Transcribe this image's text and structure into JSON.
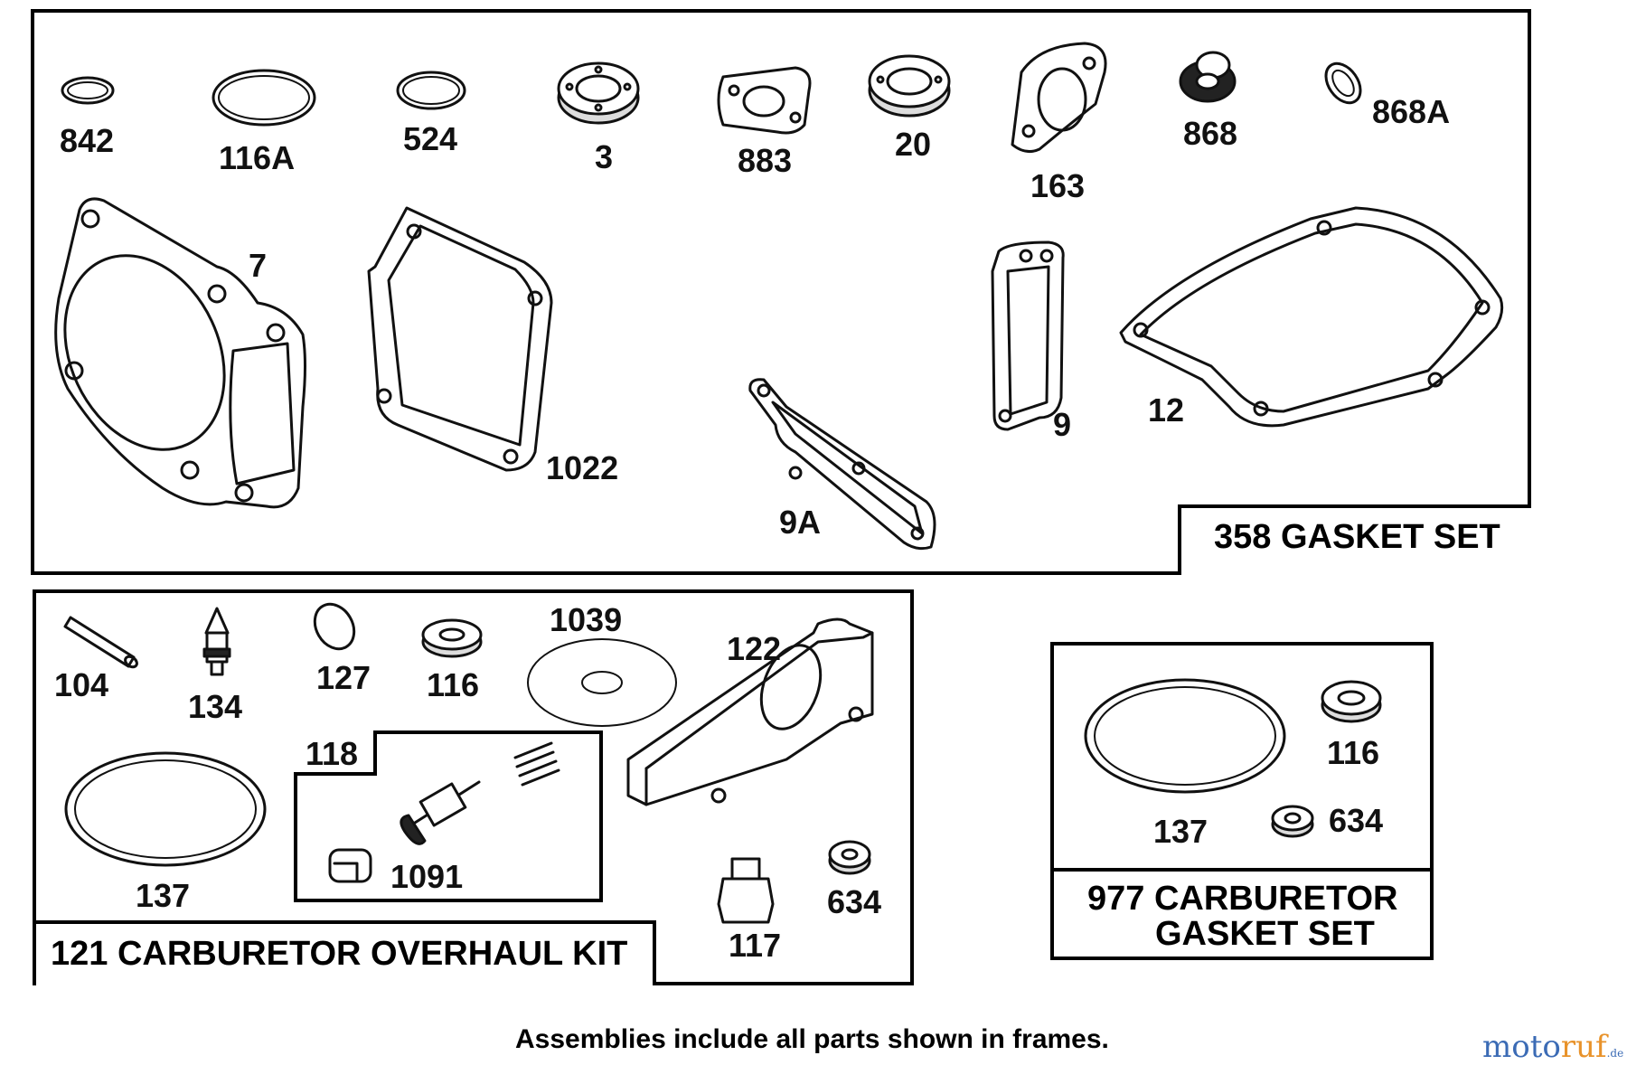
{
  "gasket_set": {
    "title": "358 GASKET SET",
    "parts": {
      "p842": "842",
      "p116A": "116A",
      "p524": "524",
      "p3": "3",
      "p883": "883",
      "p20": "20",
      "p163": "163",
      "p868": "868",
      "p868A": "868A",
      "p7": "7",
      "p1022": "1022",
      "p9A": "9A",
      "p9": "9",
      "p12": "12"
    }
  },
  "overhaul_kit": {
    "title": "121 CARBURETOR OVERHAUL KIT",
    "parts": {
      "p104": "104",
      "p134": "134",
      "p127": "127",
      "p116": "116",
      "p1039": "1039",
      "p122": "122",
      "p137": "137",
      "p117": "117",
      "p634": "634"
    },
    "subkit": {
      "title": "118",
      "parts": {
        "p1091": "1091"
      }
    }
  },
  "carb_gasket_set": {
    "title_line1": "977 CARBURETOR",
    "title_line2": "GASKET SET",
    "parts": {
      "p116": "116",
      "p137": "137",
      "p634": "634"
    }
  },
  "footer": "Assemblies include all parts shown in frames.",
  "watermark": {
    "brand_a": "moto",
    "brand_b": "ruf",
    "tld": ".de"
  }
}
